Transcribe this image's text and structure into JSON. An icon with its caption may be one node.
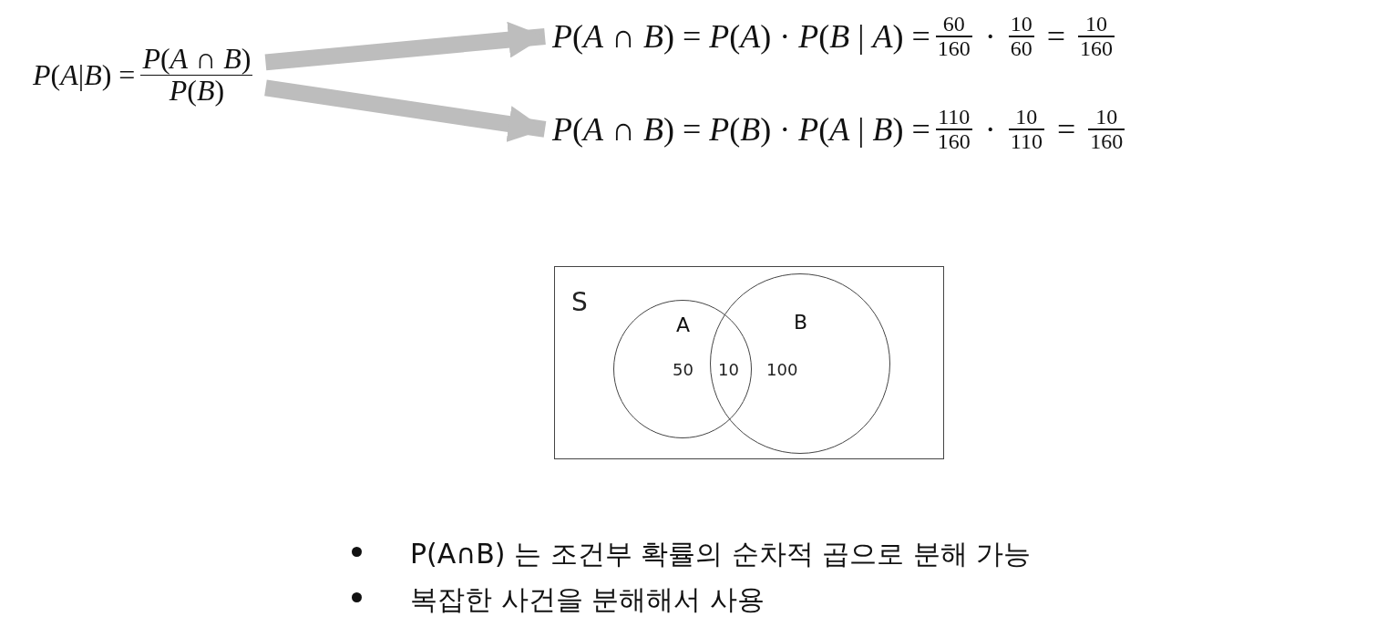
{
  "diagram": {
    "nodes": [
      {
        "text": [
          "*P*(*A*|*B*) =",
          "*P*(*A* ∩ *B*)",
          "*P*(*B*)"
        ]
      },
      {
        "text": [
          "*P*(*A* ∩ *B*) = *P*(*A*) · *P*(*B* | *A*) =",
          "60",
          "160",
          "·",
          "10",
          "60",
          "=",
          "10",
          "160"
        ]
      },
      {
        "text": [
          "*P*(*A* ∩ *B*) = *P*(*B*) · *P*(*A* | *B*) =",
          "110",
          "160",
          "·",
          "10",
          "110",
          "=",
          "10",
          "160"
        ]
      },
      {
        "text": [
          "S"
        ]
      },
      {
        "text": [
          "A"
        ],
        "in": 3
      },
      {
        "text": [
          "B"
        ],
        "in": 3
      }
    ],
    "edges": [
      {
        "from": 0,
        "to": 1,
        "arrow": "to"
      },
      {
        "from": 0,
        "to": 2,
        "arrow": "to"
      }
    ],
    "labels": [
      "50",
      "10",
      "100",
      "P(A∩B) 는 조건부 확률의 순차적 곱으로 분해 가능",
      "복잡한 사건을 분해해서 사용"
    ]
  }
}
